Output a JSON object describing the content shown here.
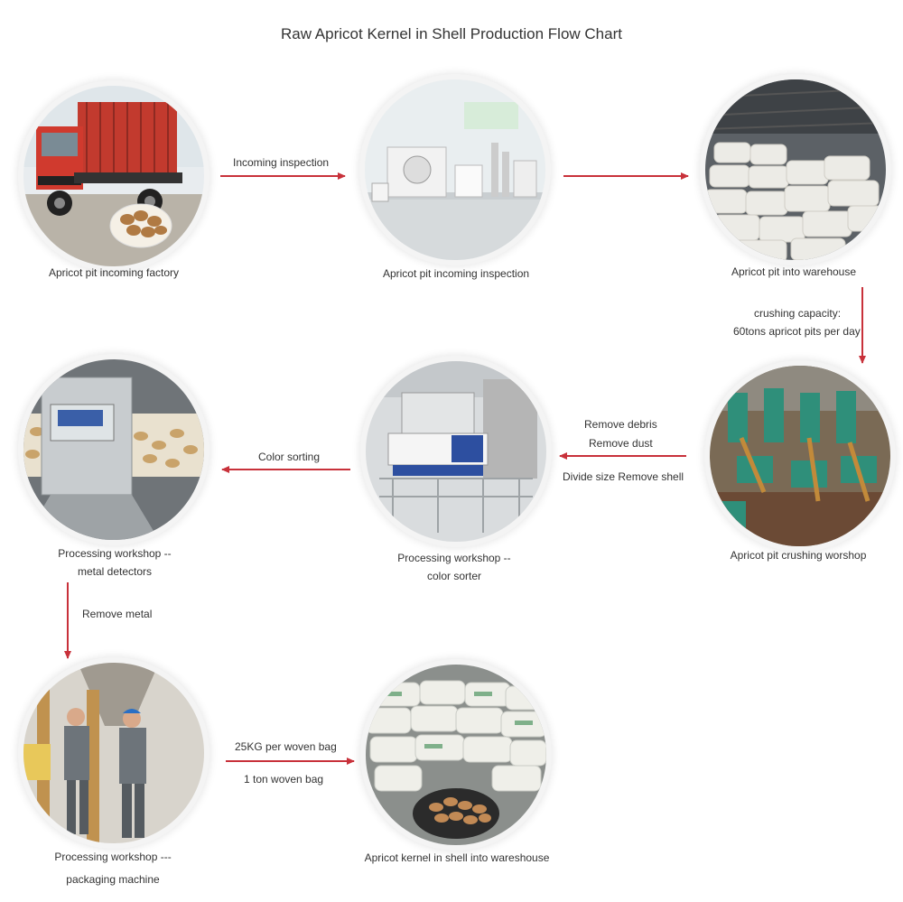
{
  "title": "Raw Apricot Kernel in Shell Production Flow Chart",
  "nodes": [
    {
      "caption": "Apricot pit incoming factory",
      "caption2": ""
    },
    {
      "caption": "Apricot pit incoming inspection",
      "caption2": ""
    },
    {
      "caption": "Apricot pit into warehouse",
      "caption2": ""
    },
    {
      "caption": "Apricot pit crushing worshop",
      "caption2": ""
    },
    {
      "caption": "Processing workshop --",
      "caption2": "color sorter"
    },
    {
      "caption": "Processing workshop --",
      "caption2": "metal detectors"
    },
    {
      "caption": "Processing workshop ---",
      "caption2": "packaging machine"
    },
    {
      "caption": "Apricot kernel in shell into wareshouse",
      "caption2": ""
    }
  ],
  "edges": [
    {
      "label": "Incoming inspection"
    },
    {
      "label": ""
    },
    {
      "label": "crushing capacity:",
      "label2": "60tons apricot pits per day"
    },
    {
      "label": "Remove debris",
      "label2": "Remove dust",
      "label3": "Divide size Remove shell"
    },
    {
      "label": "Color sorting"
    },
    {
      "label": "Remove metal"
    },
    {
      "label": "25KG per woven bag",
      "label2": "1 ton  woven bag"
    }
  ],
  "colors": {
    "arrow": "#c8313a",
    "text": "#333333"
  }
}
